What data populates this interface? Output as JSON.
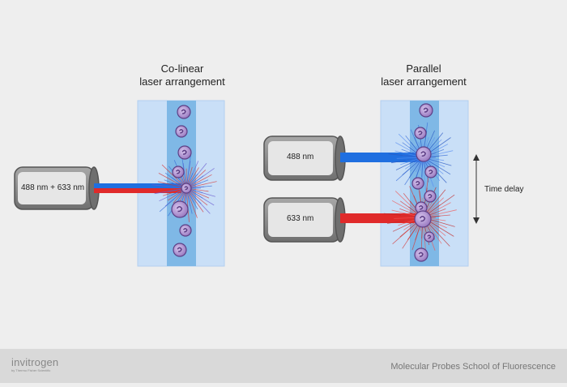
{
  "colinear": {
    "title_line1": "Co-linear",
    "title_line2": "laser arrangement",
    "laser_label": "488 nm + 633 nm"
  },
  "parallel": {
    "title_line1": "Parallel",
    "title_line2": "laser arrangement",
    "laser_top_label": "488 nm",
    "laser_bottom_label": "633 nm",
    "time_delay_label": "Time delay"
  },
  "footer": {
    "brand": "invitrogen",
    "brand_sub": "by Thermo Fisher Scientific",
    "school": "Molecular Probes School of Fluorescence"
  },
  "colors": {
    "blue_beam": "#1f6fe0",
    "red_beam": "#e02a2a",
    "flow_outer": "#c6defa",
    "flow_inner": "#78b7e6",
    "cell_fill": "#b79ad6",
    "cell_edge": "#5d3f85",
    "laser_body": "#8c8c8c"
  }
}
